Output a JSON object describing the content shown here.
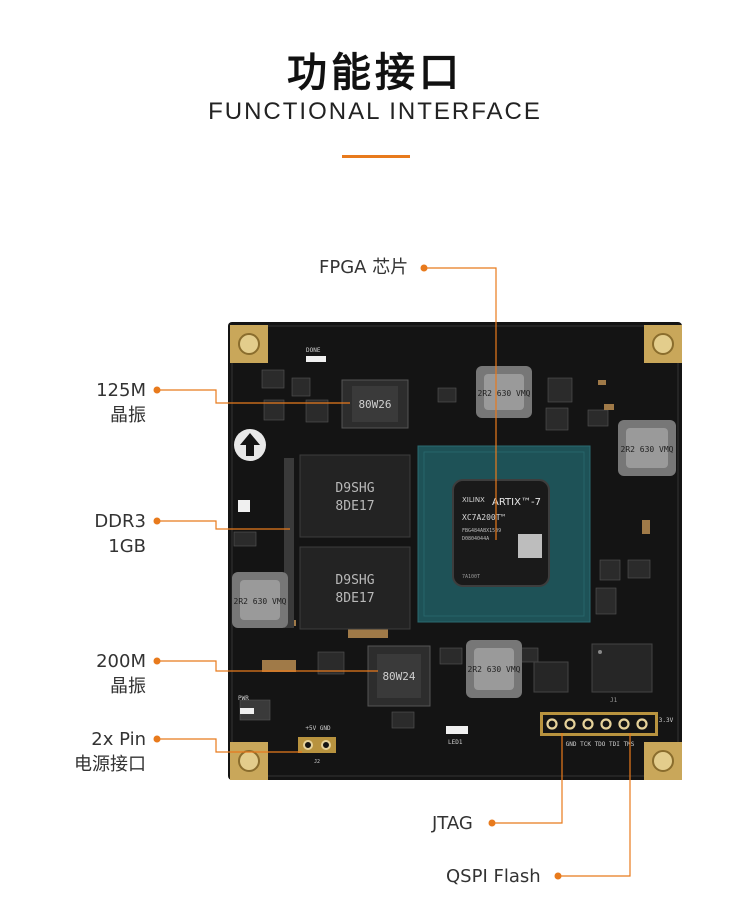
{
  "heading": {
    "title_cn": "功能接口",
    "title_en": "FUNCTIONAL INTERFACE"
  },
  "colors": {
    "accent": "#e87a1c",
    "pcb": "#141414",
    "pad": "#c9a75a",
    "chip": "#1e5257"
  },
  "callouts": {
    "fpga": "FPGA 芯片",
    "osc125_line1": "125M",
    "osc125_line2": "晶振",
    "ddr_line1": "DDR3",
    "ddr_line2": "1GB",
    "osc200_line1": "200M",
    "osc200_line2": "晶振",
    "power_line1": "2x Pin",
    "power_line2": "电源接口",
    "jtag": "JTAG",
    "qspi": "QSPI Flash"
  },
  "board": {
    "fpga_brand": "XILINX",
    "fpga_family": "ARTIX™-7",
    "fpga_part": "XC7A200T™",
    "fpga_code1": "FBG484ABX1509",
    "fpga_code2": "D0804044A",
    "fpga_code3": "7A100T",
    "ddr_top_line1": "D9SHG",
    "ddr_top_line2": "8DE17",
    "ddr_bottom_line1": "D9SHG",
    "ddr_bottom_line2": "8DE17",
    "osc125_mark": "80W26",
    "osc200_mark": "80W24",
    "inductor_mark_1": "2R2 630 VMQ",
    "inductor_mark_2": "2R2 630 VMQ",
    "inductor_mark_3": "2R2 630 VMQ",
    "inductor_mark_4": "2R2 630 VMQ",
    "power_label": "+5V GND",
    "pwr_label": "PWR",
    "done_label": "DONE",
    "led_label": "LED1",
    "jtag_pins": "GND TCK TDO TDI TMS",
    "voltage_label": "3.3V",
    "j2_label": "J2",
    "j1_label": "J1"
  }
}
